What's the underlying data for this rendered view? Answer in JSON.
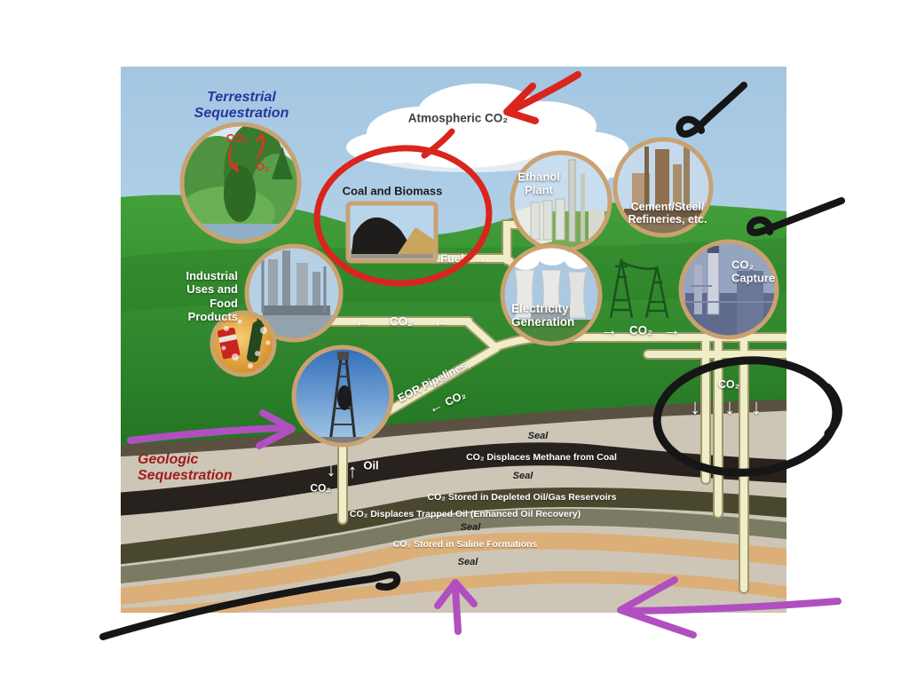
{
  "diagram": {
    "terrestrial": "Terrestrial\nSequestration",
    "atmospheric_co2": "Atmospheric CO₂",
    "forest_co2": "CO₂",
    "forest_o2": "O₂",
    "coal_and_biomass": "Coal and Biomass",
    "fuel": "Fuel",
    "ethanol_plant": "Ethanol\nPlant",
    "cement_steel_refineries": "Cement/Steel/\nRefineries, etc.",
    "co2_capture": "CO₂\nCapture",
    "electricity_generation": "Electricity\nGeneration",
    "industrial_uses": "Industrial\nUses and\nFood\nProducts",
    "co2": "CO₂",
    "eor_pipelines": "EOR Pipelines",
    "oil": "Oil",
    "geologic": "Geologic\nSequestration",
    "layers": [
      {
        "text": "Seal"
      },
      {
        "text": "CO₂ Displaces Methane from Coal"
      },
      {
        "text": "Seal"
      },
      {
        "text": "CO₂ Stored in Depleted Oil/Gas Reservoirs"
      },
      {
        "text": "CO₂ Displaces Trapped Oil (Enhanced Oil Recovery)"
      },
      {
        "text": "Seal"
      },
      {
        "text": "CO₂ Stored in Saline Formations"
      },
      {
        "text": "Seal"
      }
    ]
  },
  "icons": {
    "arrow_left": "←",
    "arrow_right": "→",
    "arrow_down": "↓",
    "arrow_up": "↑"
  },
  "annotations": {
    "colors": {
      "red": "#d9251d",
      "black": "#161616",
      "purple": "#b14fc0"
    }
  }
}
